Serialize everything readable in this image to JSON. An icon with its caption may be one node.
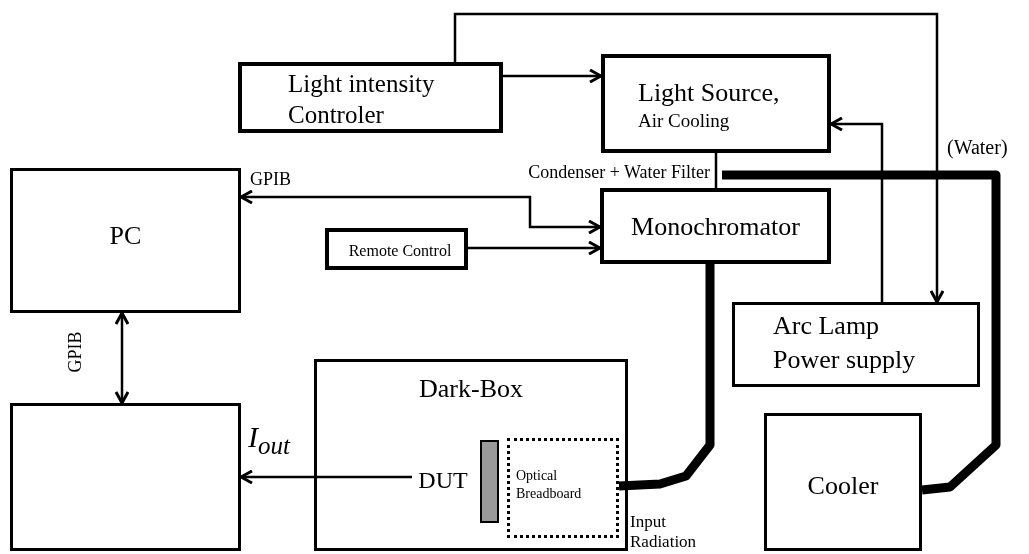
{
  "diagram": {
    "nodes": [
      {
        "text": [
          "Light intensity Controler"
        ]
      },
      {
        "text": [
          "Light Source,",
          "Air Cooling"
        ]
      },
      {
        "text": [
          "PC"
        ]
      },
      {
        "text": [
          "Monochromator"
        ]
      },
      {
        "text": [
          "Remote Control"
        ]
      },
      {
        "text": [
          "Arc Lamp Power supply"
        ]
      },
      {
        "text": [],
        "shape": "box"
      },
      {
        "text": [
          "Dark-Box"
        ]
      },
      {
        "text": [
          "DUT"
        ],
        "in": 7
      },
      {
        "text": [],
        "shape": "bar",
        "in": 7
      },
      {
        "text": [
          "Optical Breadboard"
        ],
        "in": 7
      },
      {
        "text": [
          "Cooler"
        ]
      }
    ],
    "edges": [
      {
        "from": 0,
        "to": 1,
        "arrow": "to"
      },
      {
        "from": 0,
        "to": 5,
        "arrow": "to"
      },
      {
        "from": 5,
        "to": 1,
        "arrow": "to"
      },
      {
        "from": 2,
        "to": 3,
        "arrow": "both",
        "label": "GPIB"
      },
      {
        "from": 4,
        "to": 3,
        "arrow": "to"
      },
      {
        "from": 2,
        "to": 6,
        "arrow": "both",
        "label": "GPIB"
      },
      {
        "from": 1,
        "to": 3,
        "arrow": "none",
        "label": "Condenser + Water Filter"
      },
      {
        "from": 3,
        "to": 10,
        "arrow": "none",
        "style": "thick"
      },
      {
        "from": 11,
        "to": null,
        "arrow": "none",
        "style": "thick",
        "label": "(Water)"
      },
      {
        "from": 8,
        "to": 6,
        "arrow": "to",
        "label": "I$_{out}$"
      }
    ],
    "labels": [
      "Input Radiation"
    ]
  }
}
